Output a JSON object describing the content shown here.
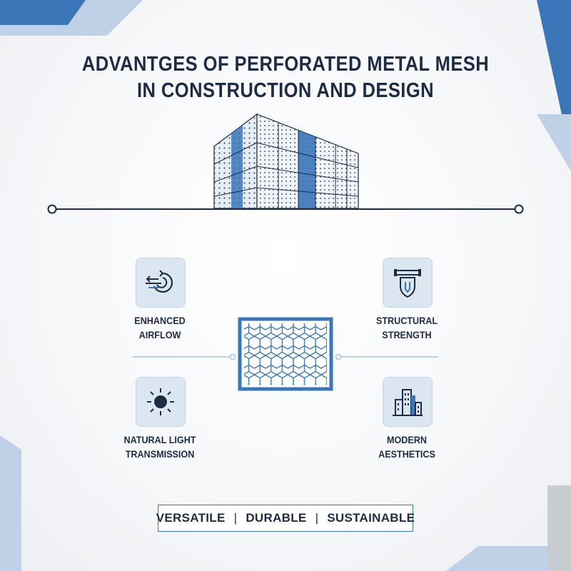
{
  "title": {
    "line1": "ADVANTGES OF PERFORATED METAL MESH",
    "line2": "IN CONSTRUCTION AND DESIGN"
  },
  "features": [
    {
      "label_line1": "ENHANCED",
      "label_line2": "AIRFLOW",
      "icon": "airflow-icon"
    },
    {
      "label_line1": "STRUCTURAL",
      "label_line2": "STRENGTH",
      "icon": "beam-shield-icon"
    },
    {
      "label_line1": "NATURAL LIGHT",
      "label_line2": "TRANSMISSION",
      "icon": "sun-icon"
    },
    {
      "label_line1": "MODERN",
      "label_line2": "AESTHETICS",
      "icon": "buildings-icon"
    }
  ],
  "tags": [
    "VERSATILE",
    "DURABLE",
    "SUSTAINABLE"
  ],
  "tag_separator": "|",
  "colors": {
    "navy": "#1d2b45",
    "blue": "#3a76b8",
    "light_blue": "#b9cde3",
    "tile_bg": "#dce6f1"
  }
}
